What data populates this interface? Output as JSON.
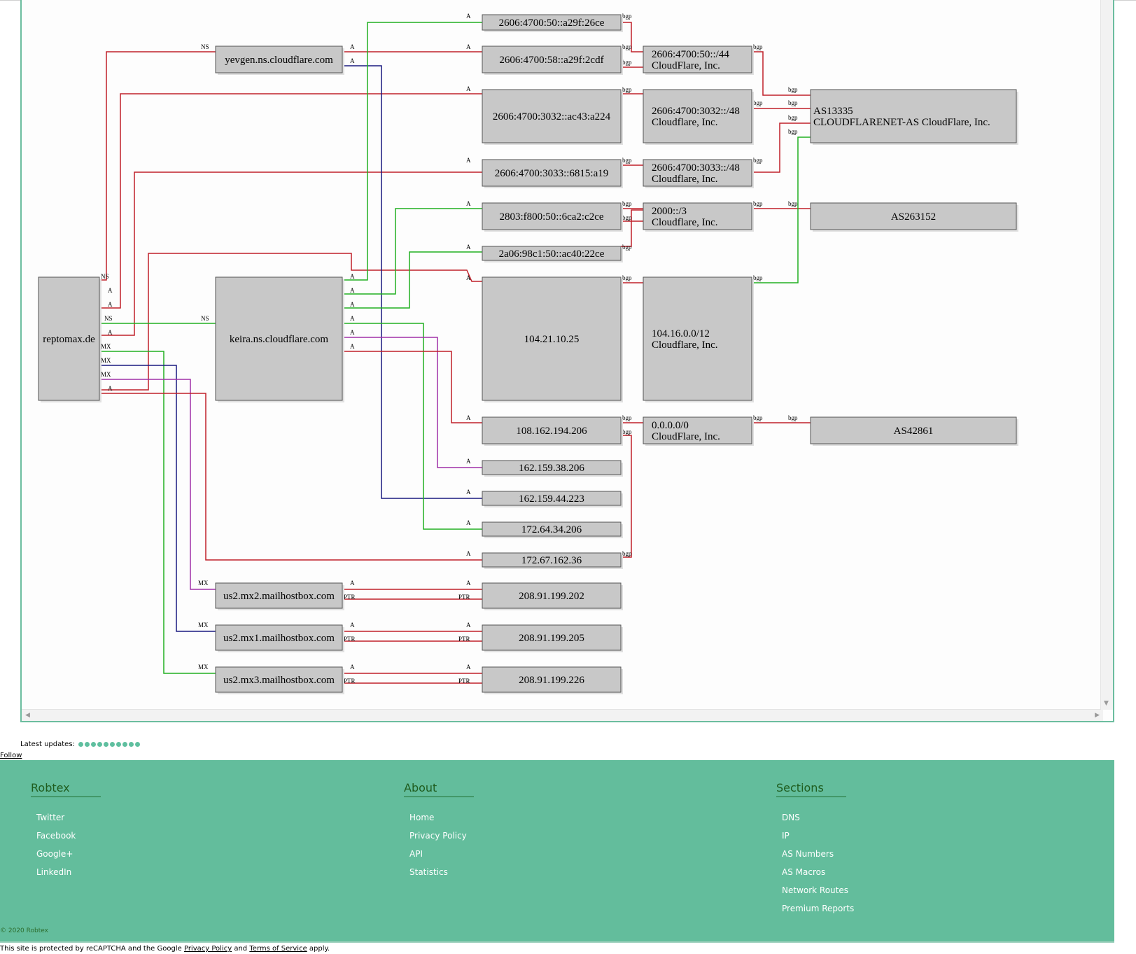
{
  "graph": {
    "nodes": {
      "reptomax": "reptomax.de",
      "yevgen": "yevgen.ns.cloudflare.com",
      "keira": "keira.ns.cloudflare.com",
      "mx2": "us2.mx2.mailhostbox.com",
      "mx1": "us2.mx1.mailhostbox.com",
      "mx3": "us2.mx3.mailhostbox.com",
      "ip6_a": "2606:4700:50::a29f:26ce",
      "ip6_b": "2606:4700:58::a29f:2cdf",
      "ip6_c": "2606:4700:3032::ac43:a224",
      "ip6_d": "2606:4700:3033::6815:a19",
      "ip6_e": "2803:f800:50::6ca2:c2ce",
      "ip6_f": "2a06:98c1:50::ac40:22ce",
      "ip4_a": "104.21.10.25",
      "ip4_b": "108.162.194.206",
      "ip4_c": "162.159.38.206",
      "ip4_d": "162.159.44.223",
      "ip4_e": "172.64.34.206",
      "ip4_f": "172.67.162.36",
      "ip4_g": "208.91.199.202",
      "ip4_h": "208.91.199.205",
      "ip4_i": "208.91.199.226",
      "net_a": [
        "2606:4700:50::/44",
        "CloudFlare, Inc."
      ],
      "net_b": [
        "2606:4700:3032::/48",
        "Cloudflare, Inc."
      ],
      "net_c": [
        "2606:4700:3033::/48",
        "Cloudflare, Inc."
      ],
      "net_d": [
        "2000::/3",
        "Cloudflare, Inc."
      ],
      "net_e": [
        "104.16.0.0/12",
        "Cloudflare, Inc."
      ],
      "net_f": [
        "0.0.0.0/0",
        "CloudFlare, Inc."
      ],
      "as_a": [
        "AS13335",
        "CLOUDFLARENET-AS CloudFlare, Inc."
      ],
      "as_b": "AS263152",
      "as_c": "AS42861"
    },
    "edge_labels": {
      "ns": "NS",
      "a": "A",
      "mx": "MX",
      "ptr": "PTR",
      "bgp": "bgp"
    },
    "edge_colors": {
      "red": "#c0202a",
      "green": "#22b022",
      "navy": "#1a1a80",
      "magenta": "#a030a8"
    }
  },
  "latest_updates_label": "Latest updates:",
  "follow_label": "Follow",
  "footer": {
    "robtex": {
      "title": "Robtex",
      "links": [
        "Twitter",
        "Facebook",
        "Google+",
        "LinkedIn"
      ]
    },
    "about": {
      "title": "About",
      "links": [
        "Home",
        "Privacy Policy",
        "API",
        "Statistics"
      ]
    },
    "sections": {
      "title": "Sections",
      "links": [
        "DNS",
        "IP",
        "AS Numbers",
        "AS Macros",
        "Network Routes",
        "Premium Reports"
      ]
    },
    "copyright": "© 2020 Robtex"
  },
  "recaptcha": {
    "prefix": "This site is protected by reCAPTCHA and the Google",
    "privacy": "Privacy Policy",
    "and": "and",
    "terms": "Terms of Service",
    "suffix": "apply."
  }
}
